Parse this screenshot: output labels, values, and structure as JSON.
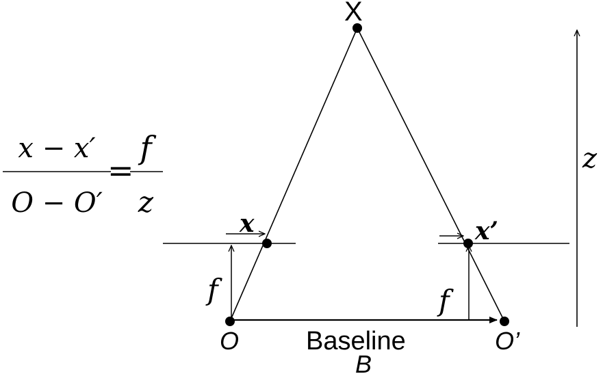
{
  "diagram": {
    "labels": {
      "point_X": "X",
      "image_point_x": "x",
      "image_point_x_prime": "x’",
      "focal_left": "f",
      "focal_right": "f",
      "camera_O": "O",
      "camera_O_prime": "O’",
      "baseline": "Baseline",
      "baseline_symbol": "B",
      "depth": "z"
    },
    "equation": {
      "numerator_left": "x − x′",
      "denominator_left": "O − O′",
      "equals": "=",
      "numerator_right": "f",
      "denominator_right": "z"
    }
  }
}
